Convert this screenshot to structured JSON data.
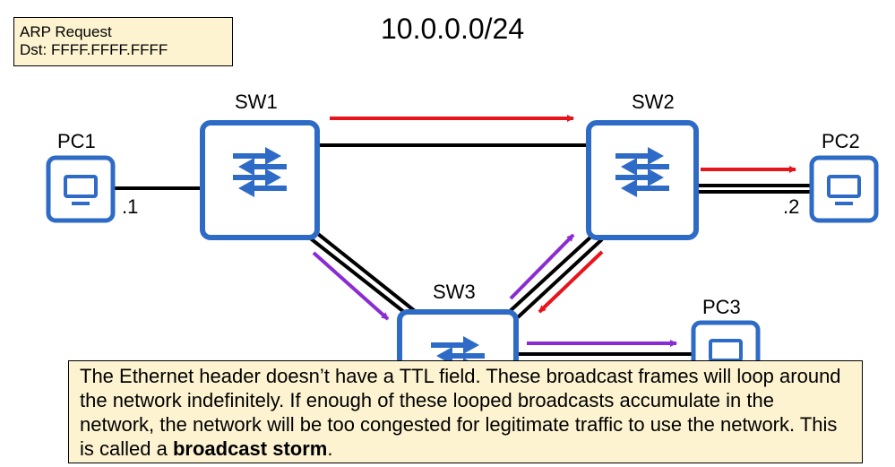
{
  "arp": {
    "line1": "ARP Request",
    "line2": "Dst: FFFF.FFFF.FFFF"
  },
  "subnet": "10.0.0.0/24",
  "devices": {
    "sw1": "SW1",
    "sw2": "SW2",
    "sw3": "SW3",
    "pc1": "PC1",
    "pc2": "PC2",
    "pc3": "PC3"
  },
  "ports": {
    "pc1": ".1",
    "pc2": ".2"
  },
  "colors": {
    "device": "#2e6bc6",
    "red": "#e8141c",
    "purple": "#8a2bd3",
    "note_bg": "#fdf3d0"
  },
  "note": {
    "text": "The Ethernet header doesn’t have a TTL field.  These broadcast frames will loop around the network indefinitely.  If enough of these looped broadcasts accumulate in the network, the network will be too congested for legitimate traffic to use the network.  This is called a ",
    "emphasis": "broadcast storm",
    "end": "."
  }
}
